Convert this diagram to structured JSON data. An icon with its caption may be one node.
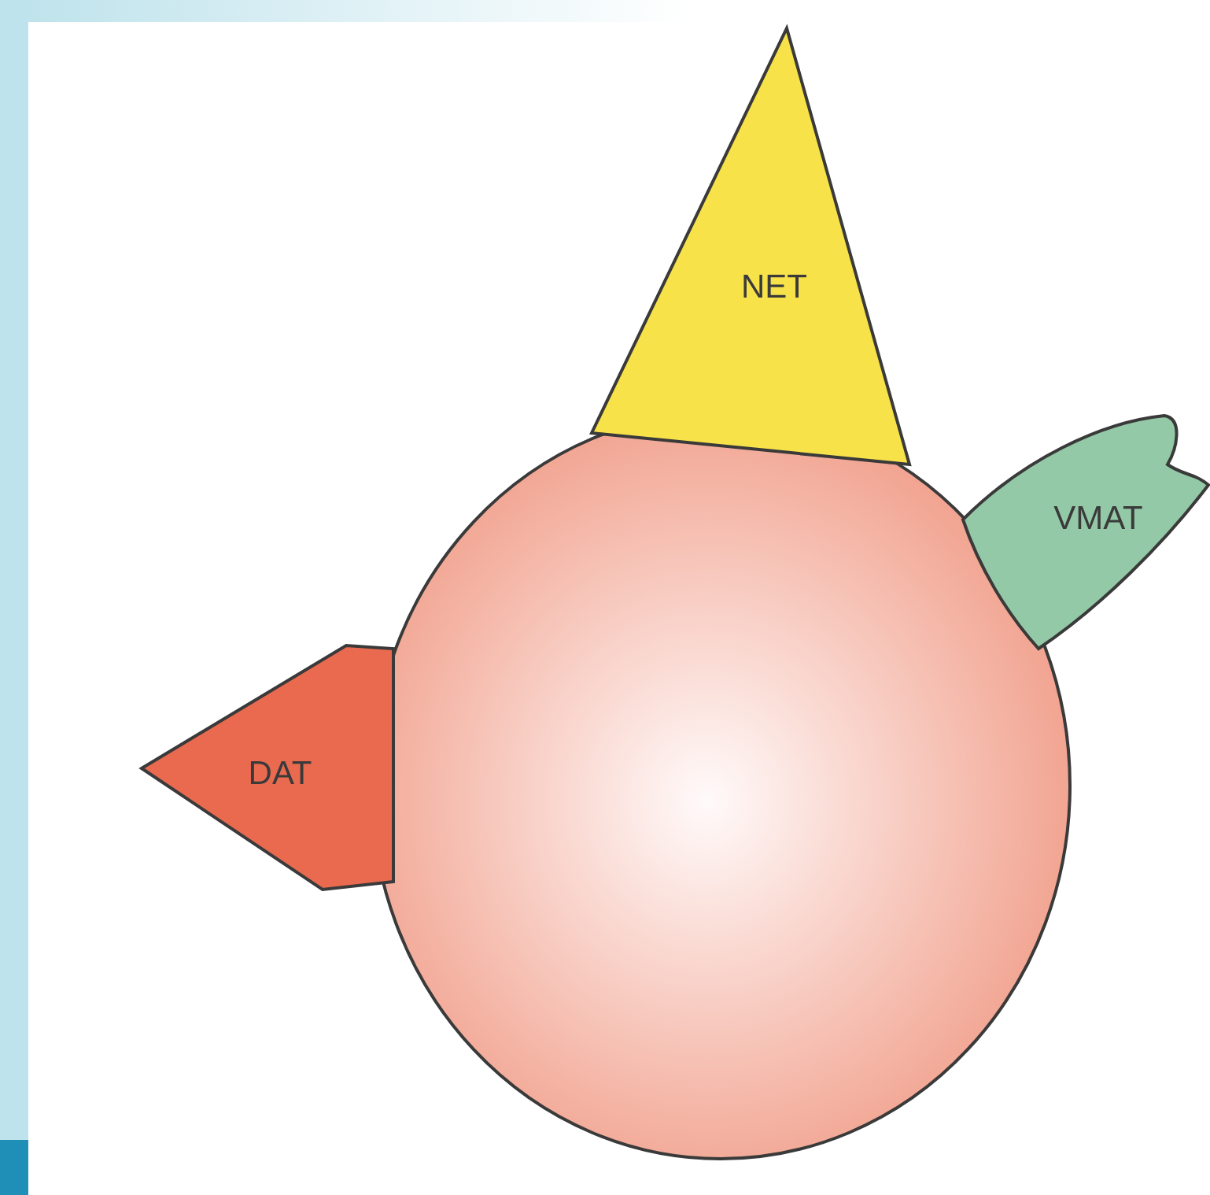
{
  "diagram": {
    "nodes": [
      {
        "text": [
          "NET"
        ]
      },
      {
        "text": [
          "VMAT"
        ]
      },
      {
        "text": [],
        "shape": "circle"
      },
      {
        "text": [
          "DAT"
        ]
      }
    ]
  }
}
